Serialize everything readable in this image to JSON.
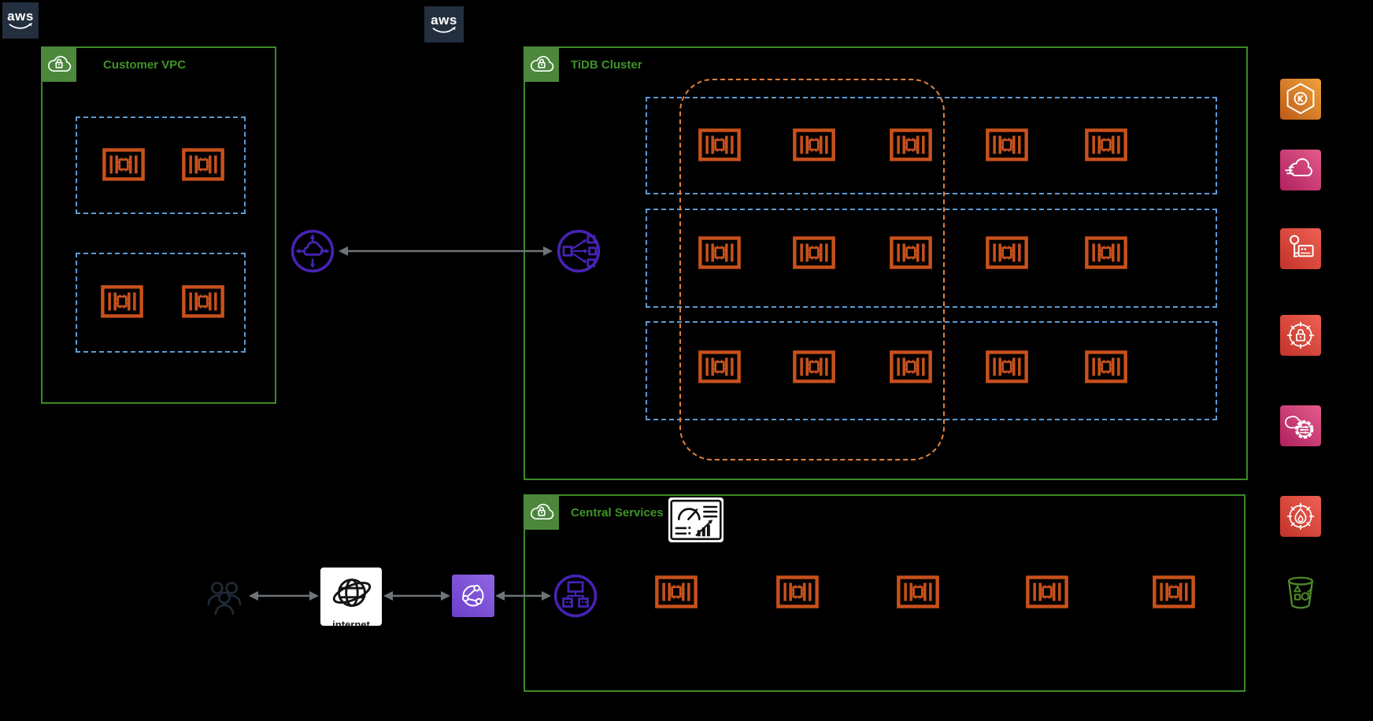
{
  "page": {
    "background": "#000000"
  },
  "logos": {
    "aws_label": "aws",
    "count": 2
  },
  "groups": {
    "customer_vpc": {
      "label": "Customer VPC",
      "type": "VPC",
      "subnets": 2,
      "containers_per_subnet": 2
    },
    "tidb_cluster": {
      "label": "TiDB Cluster",
      "type": "VPC",
      "subnet_rows": 3,
      "containers_per_row": 5,
      "containers_inside_scaling_group_per_row": 3
    },
    "central_services": {
      "label": "Central Services",
      "type": "VPC",
      "containers": 5
    }
  },
  "internet": {
    "label": "internet"
  },
  "icons": {
    "left_flow": [
      "users",
      "internet-globe",
      "elastic-load-balancer",
      "network-load-balancer"
    ],
    "vpc_connect": [
      "transit-gateway",
      "application-load-balancer"
    ],
    "right_rail": [
      {
        "id": "eks",
        "name": "eks-icon",
        "palette": "orange"
      },
      {
        "id": "cloudspeed",
        "name": "cloudfront-icon",
        "palette": "pink"
      },
      {
        "id": "secrets",
        "name": "secrets-manager-icon",
        "palette": "red"
      },
      {
        "id": "lockscope",
        "name": "certificate-manager-icon",
        "palette": "red"
      },
      {
        "id": "cloudgear",
        "name": "systems-manager-icon",
        "palette": "pink"
      },
      {
        "id": "flamescope",
        "name": "firewall-manager-icon",
        "palette": "red"
      },
      {
        "id": "s3",
        "name": "s3-bucket-icon",
        "palette": "none"
      }
    ]
  },
  "colors": {
    "green_border": "#3A8A27",
    "green_fill": "#4C873C",
    "green_text": "#3E9428",
    "container_orange": "#C8511B",
    "subnet_blue": "#5B9BD5",
    "scaling_group_orange": "#E0823F",
    "purple": "#4623B3",
    "violet_square": "#7C52D0",
    "navy": "#232F3E",
    "arrow_gray": "#6E7478",
    "s3_green": "#4E8A2A"
  }
}
